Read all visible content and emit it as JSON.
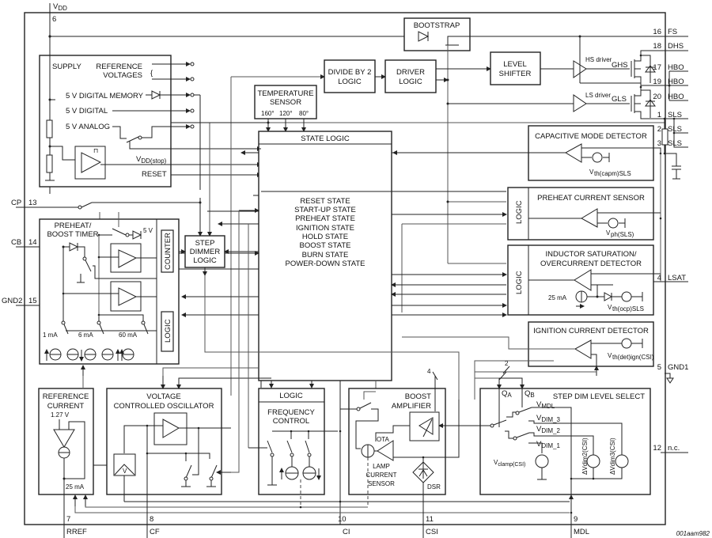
{
  "figure_id": "001aam982",
  "pins_left": [
    {
      "num": "6",
      "name": "VDD"
    },
    {
      "num": "13",
      "name": "CP"
    },
    {
      "num": "14",
      "name": "CB"
    },
    {
      "num": "15",
      "name": "GND2"
    }
  ],
  "pins_right": [
    {
      "num": "16",
      "name": "FS"
    },
    {
      "num": "18",
      "name": "DHS"
    },
    {
      "num": "17",
      "name": "HBO"
    },
    {
      "num": "19",
      "name": "HBO"
    },
    {
      "num": "20",
      "name": "HBO"
    },
    {
      "num": "1",
      "name": "SLS"
    },
    {
      "num": "2",
      "name": "SLS"
    },
    {
      "num": "3",
      "name": "SLS"
    },
    {
      "num": "4",
      "name": "LSAT"
    },
    {
      "num": "5",
      "name": "GND1"
    },
    {
      "num": "12",
      "name": "n.c."
    }
  ],
  "pins_bottom": [
    {
      "num": "7",
      "name": "RREF"
    },
    {
      "num": "8",
      "name": "CF"
    },
    {
      "num": "10",
      "name": "CI"
    },
    {
      "num": "11",
      "name": "CSI"
    },
    {
      "num": "9",
      "name": "MDL"
    }
  ],
  "vdd_label": "V",
  "vdd_sub": "DD",
  "supply": {
    "title": "SUPPLY",
    "ref_line1": "REFERENCE",
    "ref_line2": "VOLTAGES",
    "digital_memory": "5 V DIGITAL MEMORY",
    "digital": "5 V DIGITAL",
    "analog": "5 V ANALOG",
    "vdd_stop": "V",
    "vdd_stop_sub": "DD(stop)",
    "reset": "RESET"
  },
  "bootstrap": "BOOTSTRAP",
  "divide": {
    "line1": "DIVIDE BY 2",
    "line2": "LOGIC"
  },
  "driver": {
    "line1": "DRIVER",
    "line2": "LOGIC"
  },
  "level_shifter": {
    "line1": "LEVEL",
    "line2": "SHIFTER"
  },
  "hs_driver": "HS driver",
  "ghs": "GHS",
  "ls_driver": "LS driver",
  "gls": "GLS",
  "temp_sensor": {
    "line1": "TEMPERATURE",
    "line2": "SENSOR",
    "t1": "160°",
    "t2": "120°",
    "t3": "80°"
  },
  "state_logic": {
    "title": "STATE LOGIC",
    "states": [
      "RESET STATE",
      "START-UP STATE",
      "PREHEAT STATE",
      "IGNITION STATE",
      "HOLD STATE",
      "BOOST STATE",
      "BURN STATE",
      "POWER-DOWN STATE"
    ]
  },
  "cap_mode": {
    "title": "CAPACITIVE MODE DETECTOR",
    "vth": "V",
    "vth_sub": "th(capm)SLS"
  },
  "preheat_sensor": {
    "title": "PREHEAT CURRENT SENSOR",
    "logic": "LOGIC",
    "vth": "V",
    "vth_sub": "ph(SLS)"
  },
  "inductor": {
    "line1": "INDUCTOR SATURATION/",
    "line2": "OVERCURRENT DETECTOR",
    "logic": "LOGIC",
    "current": "25 mA",
    "vth": "V",
    "vth_sub": "th(ocp)SLS"
  },
  "ignition": {
    "title": "IGNITION CURRENT DETECTOR",
    "vth": "V",
    "vth_sub": "th(det)ign(CSI)"
  },
  "preheat_timer": {
    "line1": "PREHEAT/",
    "line2": "BOOST TIMER",
    "five_v": "5 V",
    "counter": "COUNTER",
    "logic": "LOGIC",
    "i1": "1 mA",
    "i2": "6 mA",
    "i3": "60 mA"
  },
  "step_dimmer": {
    "line1": "STEP",
    "line2": "DIMMER",
    "line3": "LOGIC"
  },
  "ref_current": {
    "line1": "REFERENCE",
    "line2": "CURRENT",
    "voltage": "1.27 V",
    "current": "25 mA"
  },
  "vco": {
    "line1": "VOLTAGE",
    "line2": "CONTROLLED OSCILLATOR",
    "v": "V"
  },
  "freq": {
    "logic": "LOGIC",
    "line1": "FREQUENCY",
    "line2": "CONTROL"
  },
  "boost": {
    "line1": "BOOST",
    "line2": "AMPLIFIER",
    "ota": "OTA",
    "lamp1": "LAMP",
    "lamp2": "CURRENT",
    "lamp3": "SENSOR",
    "dsr": "DSR",
    "bus": "4"
  },
  "step_dim": {
    "title": "STEP DIM LEVEL SELECT",
    "qa": "Q",
    "qa_sub": "A",
    "qb": "Q",
    "qb_sub": "B",
    "vmdl": "V",
    "vmdl_sub": "MDL",
    "vdim3": "V",
    "vdim3_sub": "DIM_3",
    "vdim2": "V",
    "vdim2_sub": "DIM_2",
    "vdim1": "V",
    "vdim1_sub": "DIM_1",
    "vclamp": "V",
    "vclamp_sub": "clamp(CSI)",
    "dv2": "ΔV",
    "dv2_sub": "dim2(CSI)",
    "dv3": "ΔV",
    "dv3_sub": "dim3(CSI)",
    "bus": "2"
  }
}
